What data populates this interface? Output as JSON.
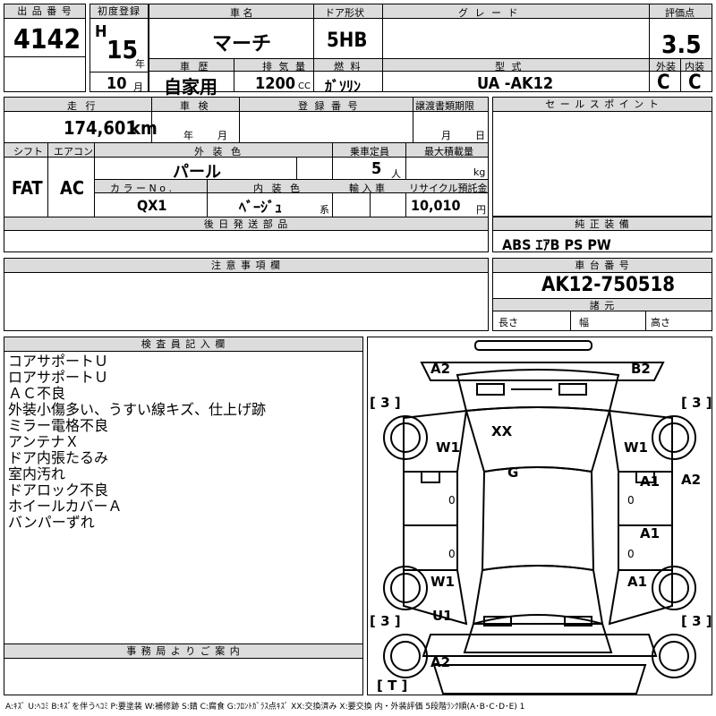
{
  "labels": {
    "lot_no": "出 品 番 号",
    "first_reg": "初度登録",
    "car_name": "車  名",
    "door": "ドア形状",
    "grade": "グ レ ー ド",
    "score": "評価点",
    "history": "車 歴",
    "displacement": "排 気 量",
    "fuel": "燃 料",
    "model": "型 式",
    "exterior": "外装",
    "interior": "内装",
    "mileage": "走 行",
    "inspection": "車 検",
    "reg_no": "登 録 番 号",
    "transfer_deadline": "譲渡書類期限",
    "sales_points": "セ ー ル ス ポ イ ン ト",
    "shift": "シフト",
    "aircon": "エアコン",
    "ext_color": "外 装 色",
    "capacity": "乗車定員",
    "max_load": "最大積載量",
    "color_no": "カ ラ ー N o .",
    "int_color": "内 装 色",
    "import": "輸 入 車",
    "recycle": "リサイクル預託金",
    "later_parts": "後 日 発 送 部 品",
    "genuine_equipment": "純 正 装 備",
    "cautions": "注 意 事 項 欄",
    "chassis_no": "車 台 番 号",
    "dimensions": "諸 元",
    "inspector": "検 査 員 記 入 欄",
    "office": "事 務 局 よ り ご 案 内"
  },
  "units": {
    "year": "年",
    "month": "月",
    "day": "日",
    "cc": "CC",
    "km": "km",
    "persons": "人",
    "kg": "kg",
    "yen": "円",
    "system": "系",
    "length": "長さ",
    "width": "幅",
    "height": "高さ"
  },
  "vehicle": {
    "lot_no": "4142",
    "era": "H",
    "year": "15",
    "month": "10",
    "name": "マーチ",
    "door": "5HB",
    "grade": "",
    "score": "3.5",
    "history": "自家用",
    "displacement": "1200",
    "fuel": "ｶﾞｿﾘﾝ",
    "model": "UA -AK12",
    "ext_score": "C",
    "int_score": "C",
    "mileage": "174,601",
    "shift": "FAT",
    "aircon": "AC",
    "color": "パール",
    "capacity": "5",
    "color_no": "QX1",
    "int_color": "ﾍﾞｰｼﾞｭ",
    "recycle": "10,010",
    "equipment": "ABS ｴｱB PS PW",
    "chassis_no": "AK12-750518"
  },
  "inspector_notes": [
    "コアサポートＵ",
    "ロアサポートＵ",
    "ＡＣ不良",
    "外装小傷多い、うすい線キズ、仕上げ跡",
    "ミラー電格不良",
    "アンテナＸ",
    "ドア内張たるみ",
    "室内汚れ",
    "ドアロック不良",
    "ホイールカバーＡ",
    "バンパーずれ"
  ],
  "diagram_marks": {
    "a2_front_left": "A2",
    "b2_front_right": "B2",
    "tire_fl": "[ 3 ]",
    "tire_fr": "[ 3 ]",
    "tire_rl": "[ 3 ]",
    "tire_rr": "[ 3 ]",
    "w1_fl": "W1",
    "w1_fr": "W1",
    "xx_roof": "XX",
    "g_windshield": "G",
    "a1_rf_door": "A1",
    "a2_right": "A2",
    "a1_rr_door": "A1",
    "w1_rl": "W1",
    "a1_rr": "A1",
    "u1_rear": "U1",
    "a2_rear": "A2",
    "trunk": "[ T ]",
    "zero1": "0",
    "zero2": "0",
    "zero3": "0",
    "zero4": "0"
  },
  "legend": "A:ｷｽﾞ U:ﾍｺﾐ B:ｷｽﾞを伴うﾍｺﾐ P:要塗装 W:補修跡 S:錆 C:腐食 G:ﾌﾛﾝﾄｶﾞﾗｽ点ｷｽﾞ XX:交換済み X:要交換 内・外装評価 5段階ﾗﾝｸ順(A･B･C･D･E) 1"
}
